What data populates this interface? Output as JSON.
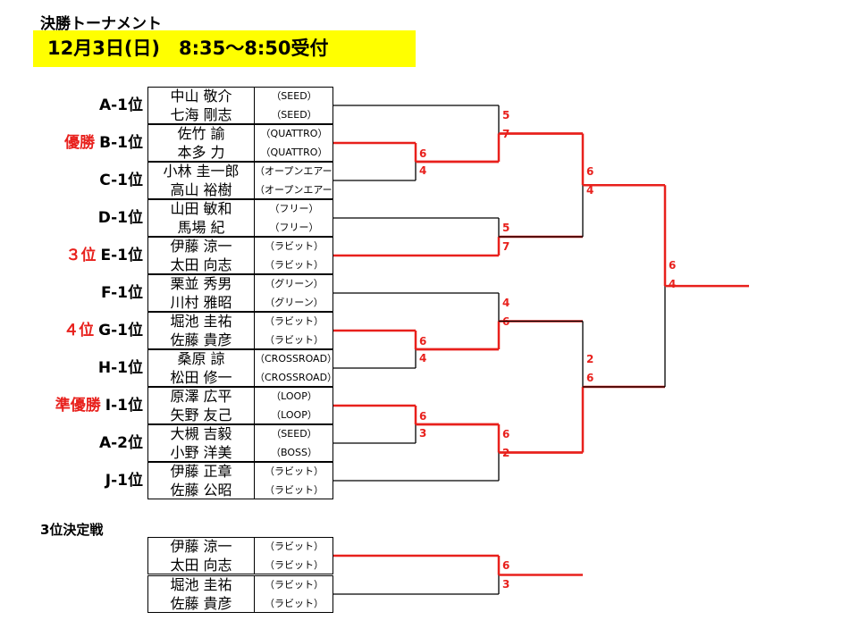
{
  "header": {
    "title": "決勝トーナメント",
    "session": "12月3日(日)　8:35～8:50受付"
  },
  "colors": {
    "win": "#e8201c",
    "loss": "#000000",
    "banner": "#ffff00"
  },
  "entries": [
    {
      "seed": "A-1位",
      "rank": "",
      "players": [
        "中山 敬介",
        "七海 剛志"
      ],
      "clubs": [
        "（SEED）",
        "（SEED）"
      ]
    },
    {
      "seed": "B-1位",
      "rank": "優勝",
      "players": [
        "佐竹 諭",
        "本多 力"
      ],
      "clubs": [
        "（QUATTRO）",
        "（QUATTRO）"
      ]
    },
    {
      "seed": "C-1位",
      "rank": "",
      "players": [
        "小林 圭一郎",
        "高山 裕樹"
      ],
      "clubs": [
        "（オープンエアー）",
        "（オープンエアー）"
      ]
    },
    {
      "seed": "D-1位",
      "rank": "",
      "players": [
        "山田 敏和",
        "馬場 紀"
      ],
      "clubs": [
        "（フリー）",
        "（フリー）"
      ]
    },
    {
      "seed": "E-1位",
      "rank": "３位",
      "players": [
        "伊藤 涼一",
        "太田 向志"
      ],
      "clubs": [
        "（ラビット）",
        "（ラビット）"
      ]
    },
    {
      "seed": "F-1位",
      "rank": "",
      "players": [
        "栗並 秀男",
        "川村 雅昭"
      ],
      "clubs": [
        "（グリーン）",
        "（グリーン）"
      ]
    },
    {
      "seed": "G-1位",
      "rank": "４位",
      "players": [
        "堀池 圭祐",
        "佐藤 貴彦"
      ],
      "clubs": [
        "（ラビット）",
        "（ラビット）"
      ]
    },
    {
      "seed": "H-1位",
      "rank": "",
      "players": [
        "桑原 諒",
        "松田 修一"
      ],
      "clubs": [
        "（CROSSROAD）",
        "（CROSSROAD）"
      ]
    },
    {
      "seed": "I-1位",
      "rank": "準優勝",
      "players": [
        "原澤 広平",
        "矢野 友己"
      ],
      "clubs": [
        "（LOOP）",
        "（LOOP）"
      ]
    },
    {
      "seed": "A-2位",
      "rank": "",
      "players": [
        "大槻 吉毅",
        "小野 洋美"
      ],
      "clubs": [
        "（SEED）",
        "（BOSS）"
      ]
    },
    {
      "seed": "J-1位",
      "rank": "",
      "players": [
        "伊藤 正章",
        "佐藤 公昭"
      ],
      "clubs": [
        "（ラビット）",
        "（ラビット）"
      ]
    }
  ],
  "third_place": {
    "title": "3位決定戦",
    "entries": [
      {
        "players": [
          "伊藤 涼一",
          "太田 向志"
        ],
        "clubs": [
          "（ラビット）",
          "（ラビット）"
        ]
      },
      {
        "players": [
          "堀池 圭祐",
          "佐藤 貴彦"
        ],
        "clubs": [
          "（ラビット）",
          "（ラビット）"
        ]
      }
    ]
  },
  "scores": {
    "r1_bc": [
      "6",
      "4"
    ],
    "r1_gh": [
      "6",
      "4"
    ],
    "r1_ia": [
      "6",
      "3"
    ],
    "r2_ab": [
      "5",
      "7"
    ],
    "r2_de": [
      "5",
      "7"
    ],
    "r2_fg": [
      "4",
      "6"
    ],
    "r2_ij": [
      "6",
      "2"
    ],
    "sf_top": [
      "6",
      "4"
    ],
    "sf_bot": [
      "2",
      "6"
    ],
    "final": [
      "6",
      "4"
    ],
    "third": [
      "6",
      "3"
    ]
  }
}
